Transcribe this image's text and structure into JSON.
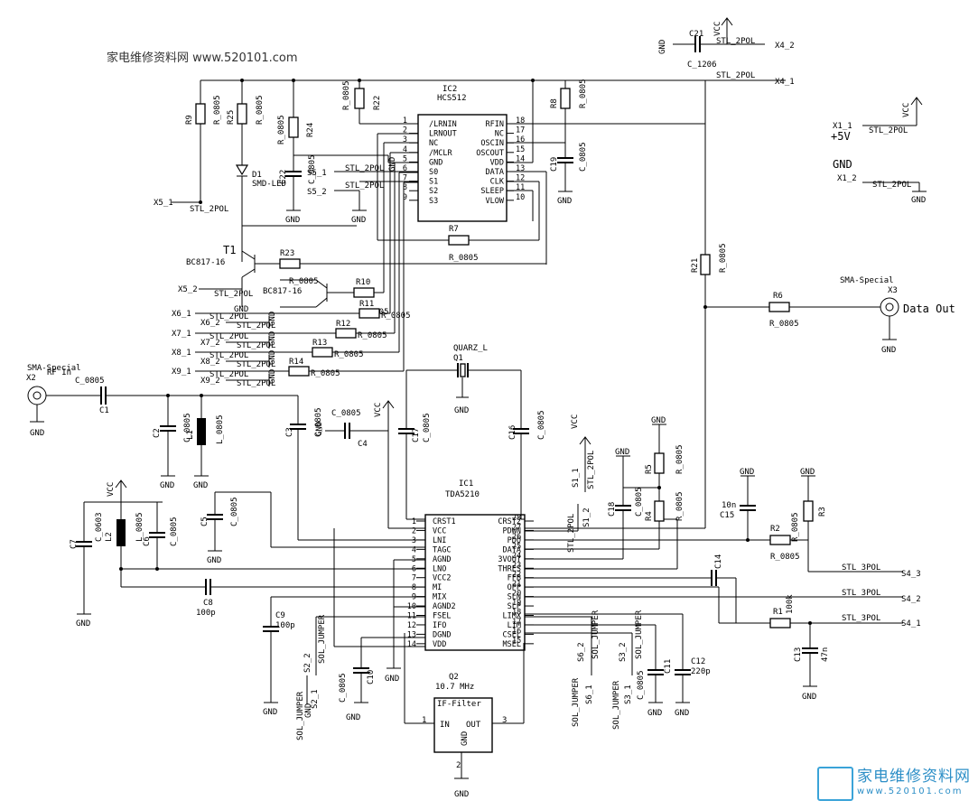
{
  "watermark": {
    "top_text": "家电维修资料网 www.520101.com",
    "logo_cn": "家电维修资料网",
    "logo_url": "www.520101.com"
  },
  "ic2": {
    "ref": "IC2",
    "part": "HCS512",
    "left_pins": [
      {
        "n": "1",
        "name": "/LRNIN"
      },
      {
        "n": "2",
        "name": "LRNOUT"
      },
      {
        "n": "3",
        "name": "NC"
      },
      {
        "n": "4",
        "name": "/MCLR"
      },
      {
        "n": "5",
        "name": "GND"
      },
      {
        "n": "6",
        "name": "S0"
      },
      {
        "n": "7",
        "name": "S1"
      },
      {
        "n": "8",
        "name": "S2"
      },
      {
        "n": "9",
        "name": "S3"
      }
    ],
    "right_pins": [
      {
        "n": "18",
        "name": "RFIN"
      },
      {
        "n": "17",
        "name": "NC"
      },
      {
        "n": "16",
        "name": "OSCIN"
      },
      {
        "n": "15",
        "name": "OSCOUT"
      },
      {
        "n": "14",
        "name": "VDD"
      },
      {
        "n": "13",
        "name": "DATA"
      },
      {
        "n": "12",
        "name": "CLK"
      },
      {
        "n": "11",
        "name": "SLEEP"
      },
      {
        "n": "10",
        "name": "VLOW"
      }
    ]
  },
  "ic1": {
    "ref": "IC1",
    "part": "TDA5210",
    "left_pins": [
      {
        "n": "1",
        "name": "CRST1"
      },
      {
        "n": "2",
        "name": "VCC"
      },
      {
        "n": "3",
        "name": "LNI"
      },
      {
        "n": "4",
        "name": "TAGC"
      },
      {
        "n": "5",
        "name": "AGND"
      },
      {
        "n": "6",
        "name": "LNO"
      },
      {
        "n": "7",
        "name": "VCC2"
      },
      {
        "n": "8",
        "name": "MI"
      },
      {
        "n": "9",
        "name": "MIX"
      },
      {
        "n": "10",
        "name": "AGND2"
      },
      {
        "n": "11",
        "name": "FSEL"
      },
      {
        "n": "12",
        "name": "IFO"
      },
      {
        "n": "13",
        "name": "DGND"
      },
      {
        "n": "14",
        "name": "VDD"
      }
    ],
    "right_pins": [
      {
        "n": "28",
        "name": "CRST2"
      },
      {
        "n": "27",
        "name": "PDWN"
      },
      {
        "n": "26",
        "name": "PDO"
      },
      {
        "n": "25",
        "name": "DATA"
      },
      {
        "n": "24",
        "name": "3VOUT"
      },
      {
        "n": "23",
        "name": "THRES"
      },
      {
        "n": "22",
        "name": "FFB"
      },
      {
        "n": "21",
        "name": "OPP"
      },
      {
        "n": "20",
        "name": "SLN"
      },
      {
        "n": "19",
        "name": "SLP"
      },
      {
        "n": "18",
        "name": "LIMX"
      },
      {
        "n": "17",
        "name": "LIM"
      },
      {
        "n": "16",
        "name": "CSEL"
      },
      {
        "n": "15",
        "name": "MSEL"
      }
    ]
  },
  "q2": {
    "ref": "Q2",
    "freq": "10.7 MHz",
    "name": "IF-Filter",
    "in": "IN",
    "out": "OUT",
    "gnd": "GND",
    "p1": "1",
    "p2": "2",
    "p3": "3"
  },
  "q1": {
    "ref": "Q1",
    "name": "QUARZ_L"
  },
  "labels": {
    "gnd": "GND",
    "vcc": "VCC",
    "stl2": "STL_2POL",
    "stl3": "STL_3POL",
    "r0805": "R_0805",
    "c0805": "C_0805",
    "c1206": "C_1206",
    "c0603": "C_0603",
    "l0805": "L_0805",
    "sol": "SOL_JUMPER",
    "sma": "SMA-Special",
    "data_out": "Data Out",
    "plus5v": "+5V",
    "bc817": "BC817-16",
    "smdled": "SMD-LED",
    "c9val": "100p",
    "c8val": "100p",
    "c12val": "220p",
    "c13val": "47n",
    "c15val": "10n",
    "r1val": "100k",
    "rfin": "RF In"
  },
  "refs": {
    "r3": "R3",
    "r4": "R4",
    "r5": "R5",
    "r6": "R6",
    "r7": "R7",
    "r8": "R8",
    "r9": "R9",
    "r10": "R10",
    "r11": "R11",
    "r12": "R12",
    "r13": "R13",
    "r14": "R14",
    "r21": "R21",
    "r22": "R22",
    "r23": "R23",
    "r24": "R24",
    "r25": "R25",
    "r1": "R1",
    "r2": "R2",
    "c1": "C1",
    "c2": "C2",
    "c3": "C3",
    "c4": "C4",
    "c5": "C5",
    "c6": "C6",
    "c7": "C7",
    "c8": "C8",
    "c9": "C9",
    "c10": "C10",
    "c11": "C11",
    "c12": "C12",
    "c13": "C13",
    "c14": "C14",
    "c15": "C15",
    "c16": "C16",
    "c17": "C17",
    "c18": "C18",
    "c19": "C19",
    "c21": "C21",
    "c22": "C22",
    "l1": "L1",
    "l2": "L2",
    "d1": "D1",
    "t1": "T1",
    "t2": "T2",
    "x1_1": "X1_1",
    "x1_2": "X1_2",
    "x2": "X2",
    "x3": "X3",
    "x4_1": "X4_1",
    "x4_2": "X4_2",
    "x5_1": "X5_1",
    "x5_2": "X5_2",
    "x6_1": "X6_1",
    "x6_2": "X6_2",
    "x7_1": "X7_1",
    "x7_2": "X7_2",
    "x8_1": "X8_1",
    "x8_2": "X8_2",
    "x9_1": "X9_1",
    "x9_2": "X9_2",
    "s1_1": "S1_1",
    "s1_2": "S1_2",
    "s2_1": "S2_1",
    "s2_2": "S2_2",
    "s3_1": "S3_1",
    "s3_2": "S3_2",
    "s4_1": "S4_1",
    "s4_2": "S4_2",
    "s4_3": "S4_3",
    "s5_1": "S5_1",
    "s5_2": "S5_2",
    "s6_1": "S6_1",
    "s6_2": "S6_2"
  }
}
